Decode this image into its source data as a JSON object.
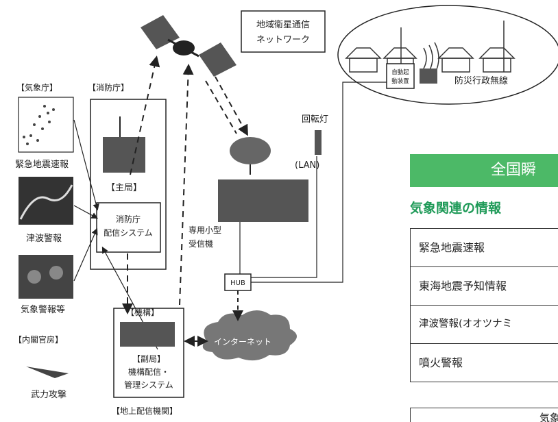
{
  "diagram": {
    "network_box": "地域衛星通信\nネットワーク",
    "agency_meteorological": "【気象庁】",
    "agency_fire": "【消防庁】",
    "label_eew": "緊急地震速報",
    "label_main_station": "【主局】",
    "label_fire_system": "消防庁\n配信システム",
    "label_tsunami": "津波警報",
    "label_weather": "気象警報等",
    "label_org": "【機構】",
    "label_cabinet": "【内閣官房】",
    "label_armed_attack": "武力攻撃",
    "label_sub_station": "【副局】\n機構配信・\n管理システム",
    "label_ground": "【地上配信機関】",
    "label_internet": "インターネット",
    "label_hub": "HUB",
    "label_receiver": "専用小型\n受信機",
    "label_lan": "(LAN)",
    "label_rotating_light": "回転灯",
    "label_auto_start": "自動起\n動装置",
    "label_radio": "防災行政無線"
  },
  "panel": {
    "banner": "全国瞬",
    "section_title": "気象関連の情報",
    "rows": [
      "緊急地震速報",
      "東海地震予知情報",
      "津波警報(オオツナミ",
      "噴火警報"
    ],
    "footer": "気象"
  }
}
